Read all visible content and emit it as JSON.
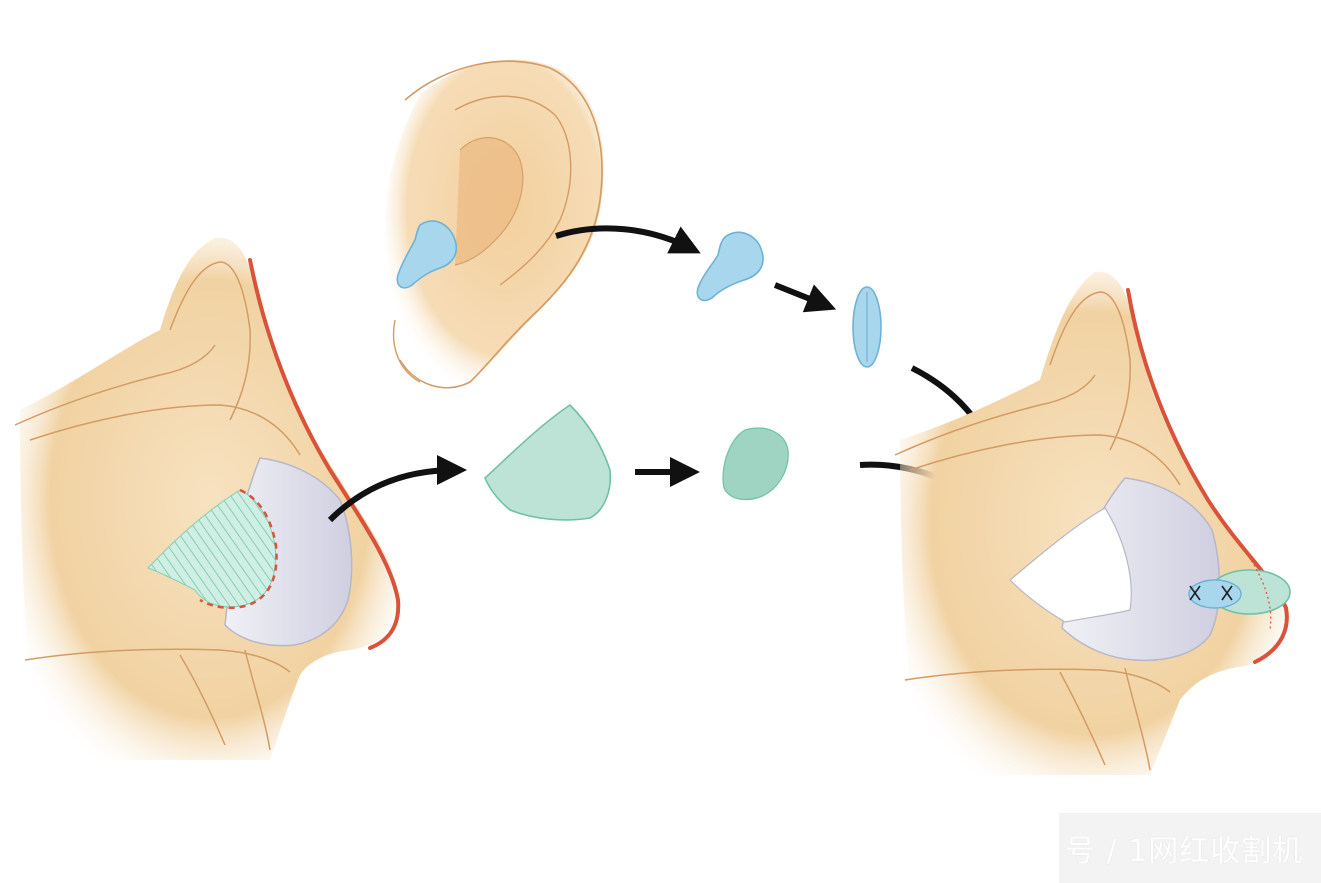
{
  "watermark": {
    "text": "号 / 1网红收割机"
  },
  "colors": {
    "skin": "#f4d9ad",
    "skin_shadow": "#e9bf86",
    "skin_line": "#d49b64",
    "rim": "#d9533a",
    "ear_cartilage": "#a8d6ec",
    "ear_cartilage_line": "#6db3d6",
    "septal_cartilage": "#bde3d6",
    "septal_cartilage_line": "#6fc1a6",
    "lateral_cartilage": "#e6e6f0",
    "arrow": "#111111"
  },
  "panels": [
    {
      "id": "donor-nose",
      "subject": "nose-profile-septal-harvest"
    },
    {
      "id": "ear",
      "subject": "ear-conchal-harvest"
    },
    {
      "id": "graft-flow",
      "subject": "cartilage-grafts"
    },
    {
      "id": "recipient-nose",
      "subject": "nose-profile-with-tip-graft"
    }
  ]
}
